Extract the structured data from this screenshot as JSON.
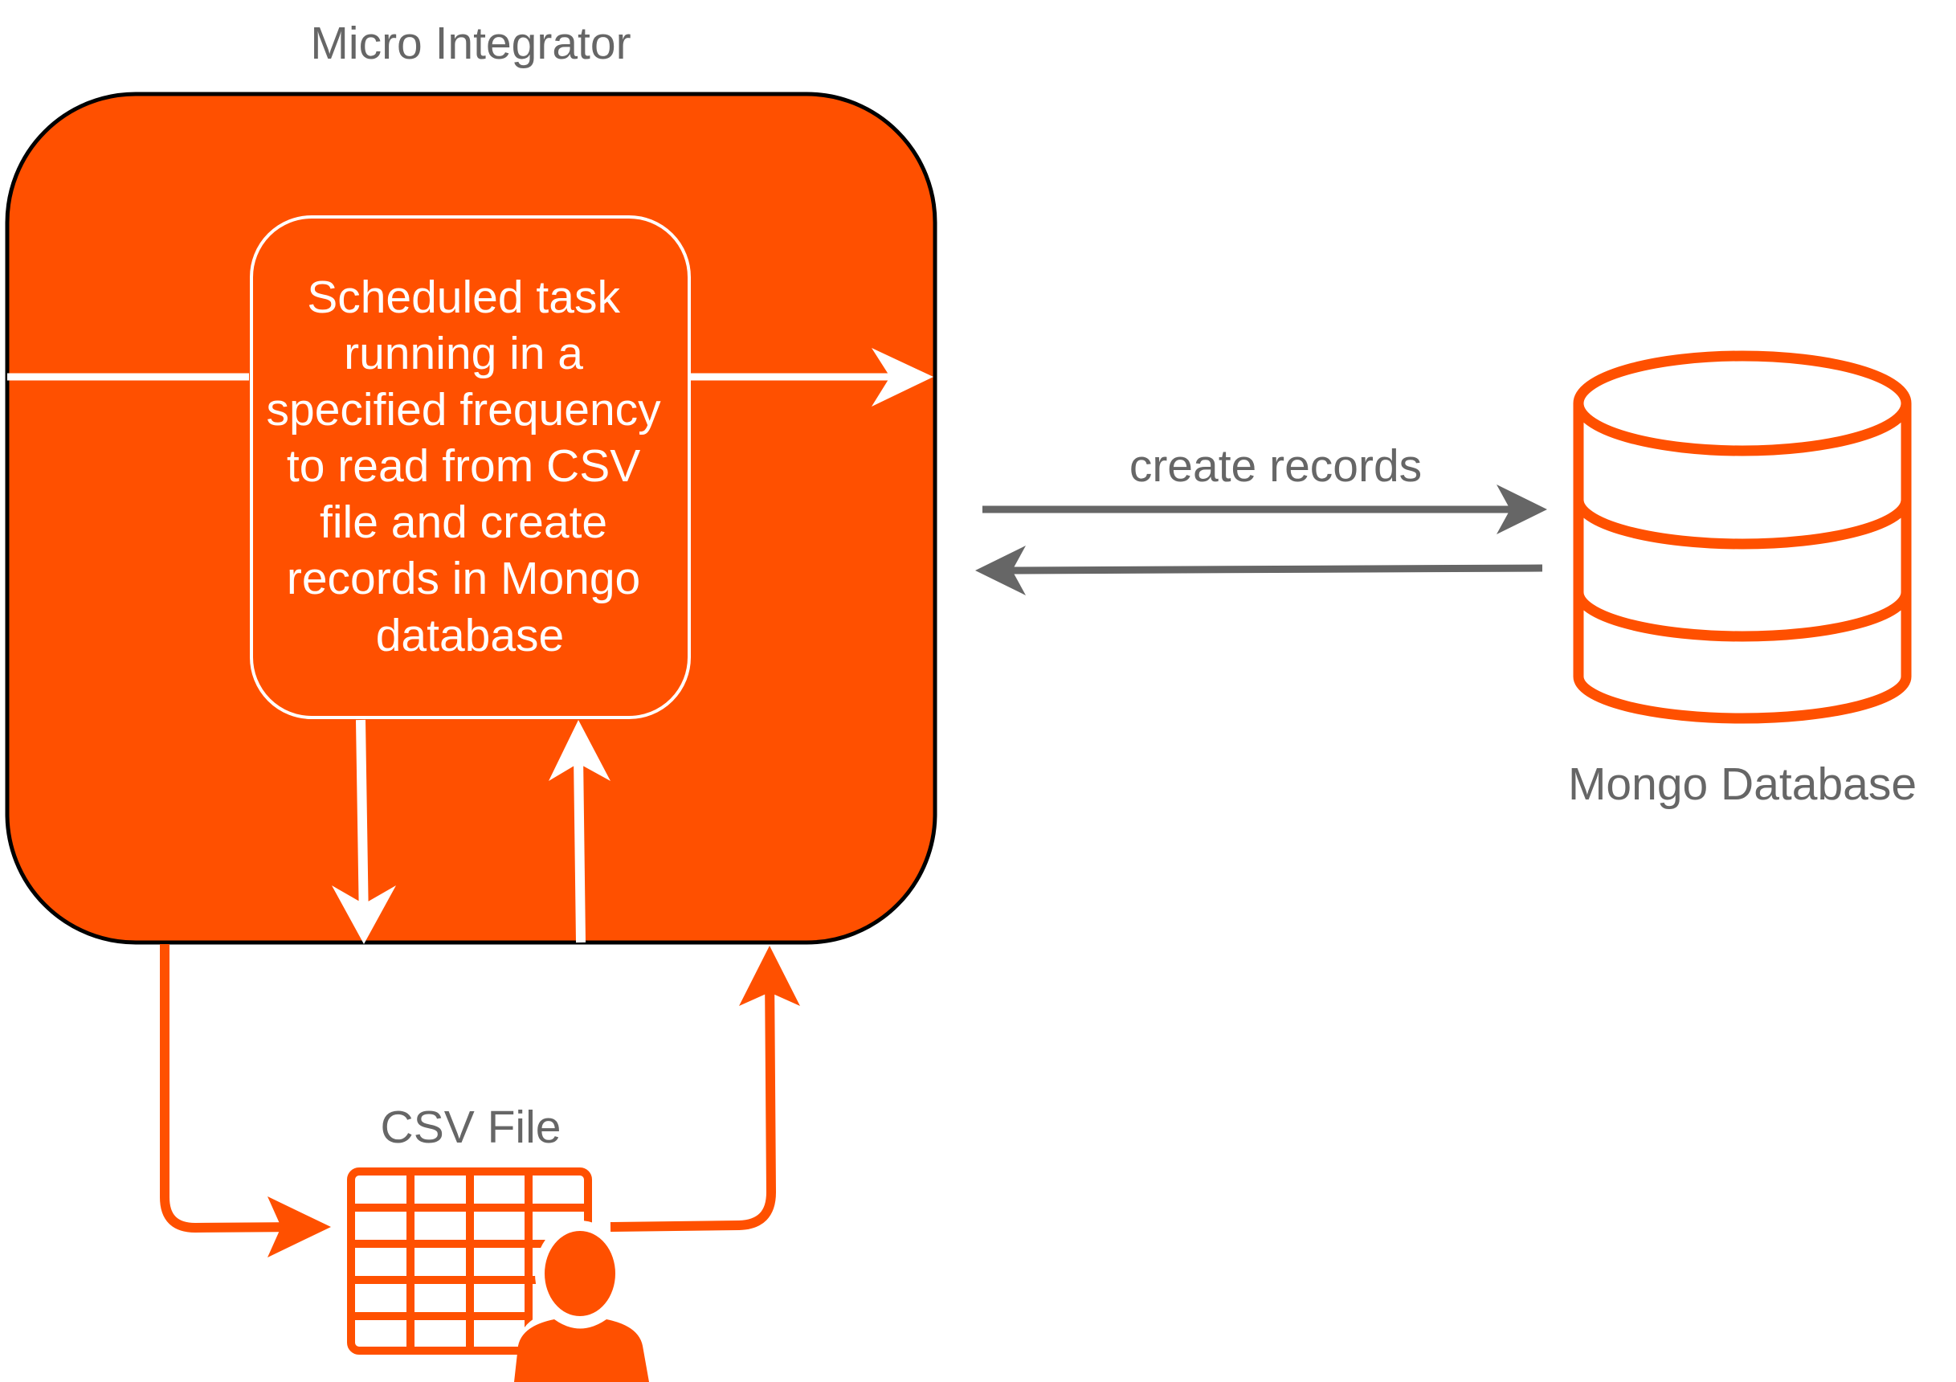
{
  "micro_integrator": {
    "title": "Micro Integrator"
  },
  "scheduled_task": {
    "lines": [
      "Scheduled task",
      "running in a",
      "specified frequency",
      "to read from CSV",
      "file and create",
      "records in Mongo",
      "database"
    ]
  },
  "connection": {
    "label": "create records"
  },
  "mongo": {
    "label": "Mongo Database",
    "icon": "database-icon"
  },
  "csv": {
    "label": "CSV File",
    "icon": "spreadsheet-user-icon"
  },
  "colors": {
    "accent": "#FF5000",
    "text_gray": "#666666",
    "arrow_gray": "#666666",
    "white": "#FFFFFF",
    "outline": "#000000"
  }
}
